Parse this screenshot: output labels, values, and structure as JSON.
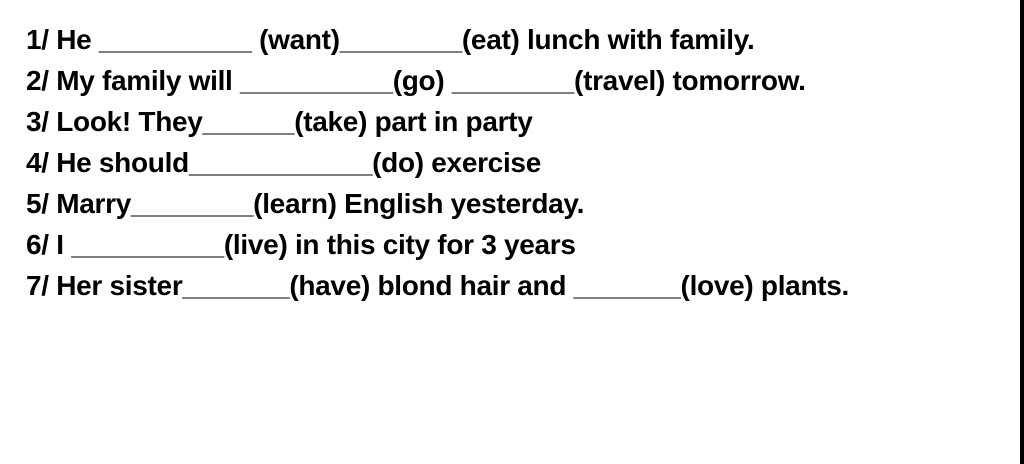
{
  "exercise": {
    "lines": [
      "1/ He __________ (want)________(eat) lunch with family.",
      "2/ My family will __________(go) ________(travel) tomorrow.",
      "3/ Look! They______(take) part in party",
      "4/ He should____________(do) exercise",
      "5/ Marry________(learn) English yesterday.",
      "6/ I __________(live) in this city for 3 years",
      "7/ Her sister_______(have) blond hair and _______(love) plants."
    ]
  }
}
